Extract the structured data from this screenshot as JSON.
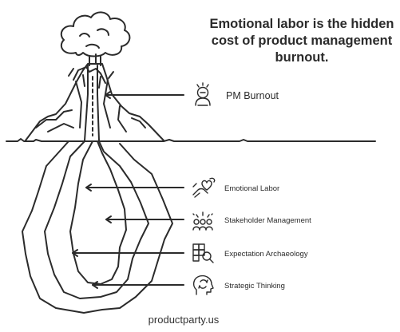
{
  "title": "Emotional labor is the hidden cost of product management burnout.",
  "layers": [
    {
      "label": "PM Burnout",
      "icon": "burnout-person-icon"
    },
    {
      "label": "Emotional Labor",
      "icon": "hand-heart-icon"
    },
    {
      "label": "Stakeholder Management",
      "icon": "group-people-icon"
    },
    {
      "label": "Expectation Archaeology",
      "icon": "magnifier-blocks-icon"
    },
    {
      "label": "Strategic Thinking",
      "icon": "head-cycle-icon"
    }
  ],
  "footer": "productparty.us",
  "colors": {
    "ink": "#2b2b2b",
    "background": "#ffffff"
  }
}
